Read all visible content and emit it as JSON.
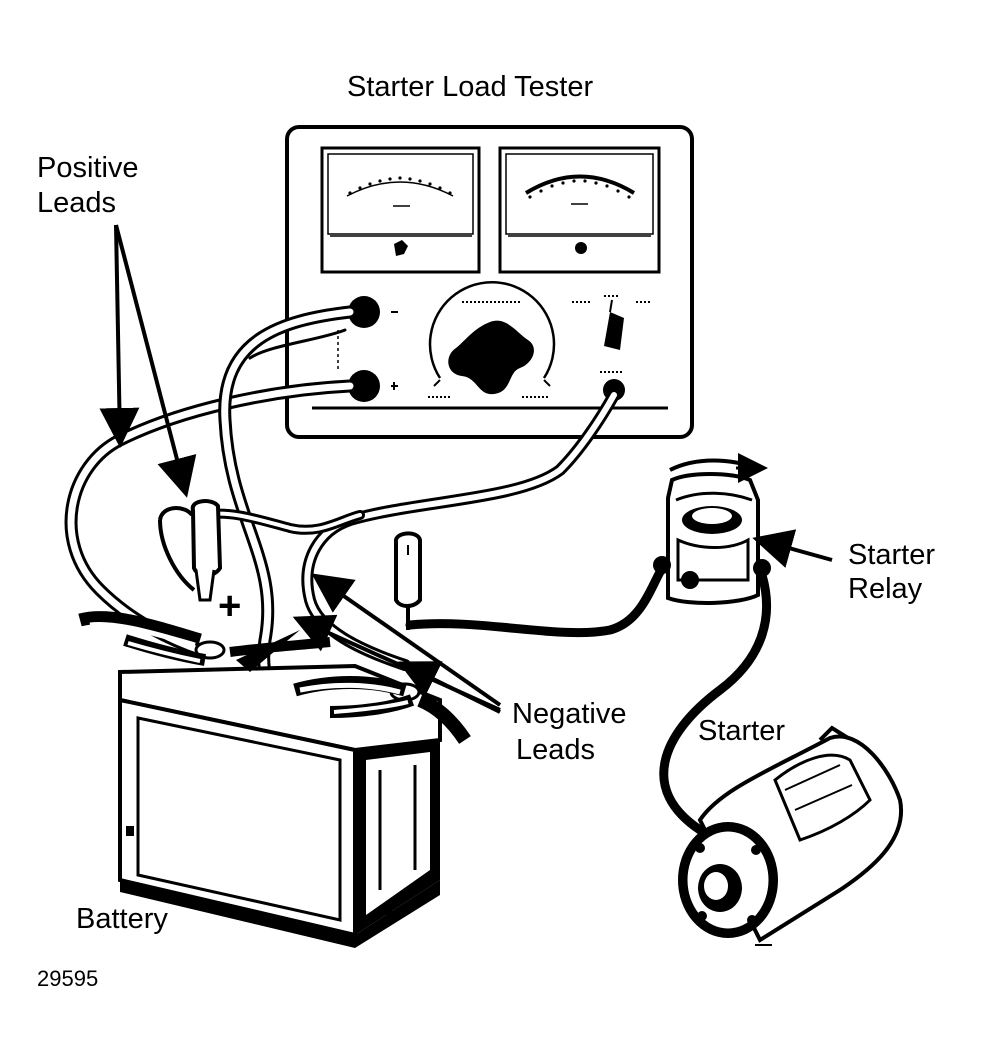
{
  "title": "Starter Load Tester",
  "labels": {
    "positive_leads_line1": "Positive",
    "positive_leads_line2": "Leads",
    "negative_leads_line1": "Negative",
    "negative_leads_line2": "Leads",
    "starter_relay_line1": "Starter",
    "starter_relay_line2": "Relay",
    "starter": "Starter",
    "battery": "Battery",
    "plus_sign": "+"
  },
  "figure_number": "29595",
  "colors": {
    "ink": "#000000",
    "paper": "#ffffff"
  }
}
